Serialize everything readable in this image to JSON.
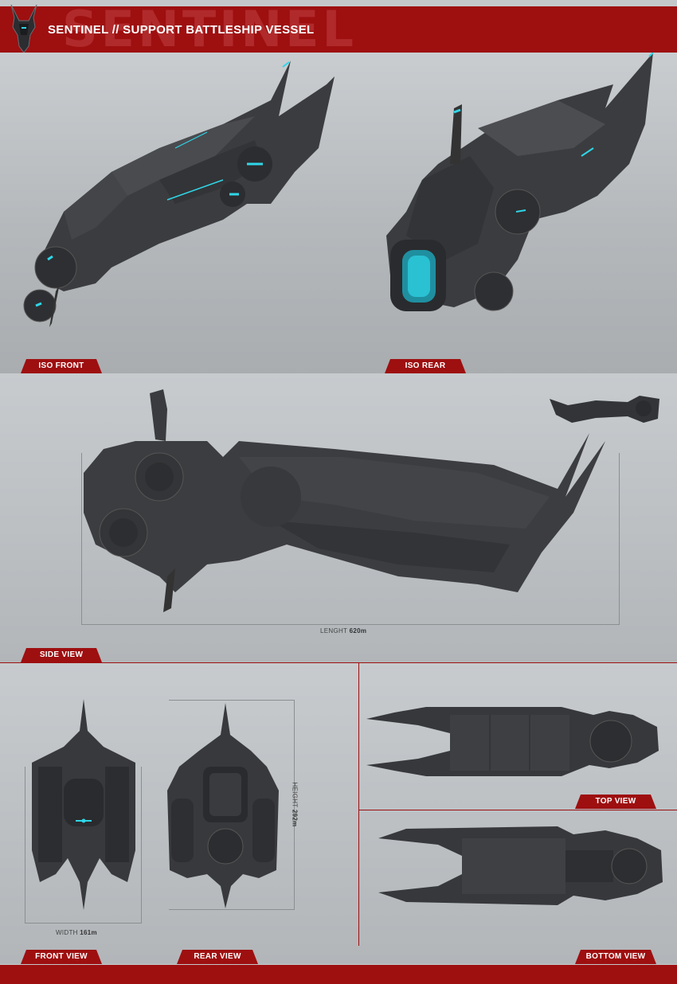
{
  "header": {
    "title": "SENTINEL // SUPPORT BATTLESHIP VESSEL",
    "background_text": "SENTINEL"
  },
  "views": {
    "iso_front": "ISO FRONT",
    "iso_rear": "ISO REAR",
    "side": "SIDE VIEW",
    "front": "FRONT VIEW",
    "rear": "REAR VIEW",
    "top": "TOP VIEW",
    "bottom": "BOTTOM VIEW"
  },
  "dimensions": {
    "length_label": "LENGHT",
    "length_value": "620m",
    "width_label": "WIDTH",
    "width_value": "161m",
    "height_label": "HEIGHT",
    "height_value": "292m"
  },
  "colors": {
    "accent_red": "#9e0f10",
    "hull": "#3a3b3d",
    "glow": "#2fd6e8"
  }
}
